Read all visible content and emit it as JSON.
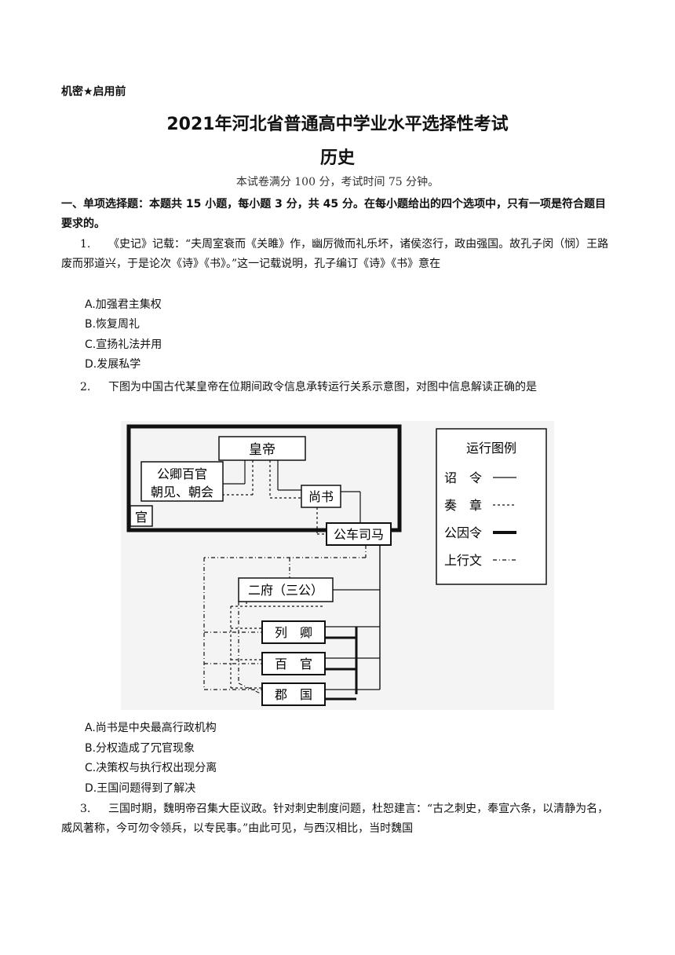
{
  "header": {
    "secret": "机密★启用前",
    "title": "2021年河北省普通高中学业水平选择性考试",
    "subject": "历史",
    "note": "本试卷满分 100 分，考试时间 75 分钟。"
  },
  "section1": "一、单项选择题：本题共 15 小题，每小题 3 分，共 45 分。在每小题给出的四个选项中，只有一项是符合题目要求的。",
  "questions": [
    {
      "num": "1.",
      "text": "《史记》记载：“夫周室衰而《关雎》作，幽厉微而礼乐坏，诸侯恣行，政由强国。故孔子闵（悯）王路废而邪道兴，于是论次《诗》《书》。”这一记载说明，孔子编订《诗》《书》意在",
      "options": [
        "A.加强君主集权",
        "B.恢复周礼",
        "C.宣扬礼法并用",
        "D.发展私学"
      ]
    },
    {
      "num": "2.",
      "text": "下图为中国古代某皇帝在位期间政令信息承转运行关系示意图，对图中信息解读正确的是",
      "options": [
        "A.尚书是中央最高行政机构",
        "B.分权造成了冗官现象",
        "C.决策权与执行权出现分离",
        "D.王国问题得到了解决"
      ]
    },
    {
      "num": "3.",
      "text": "三国时期，魏明帝召集大臣议政。针对刺史制度问题，杜恕建言：“古之刺史，奉宣六条，以清静为名，威风著称，今可勿令领兵，以专民事。”由此可见，与西汉相比，当时魏国"
    }
  ],
  "figure": {
    "emperor": "皇帝",
    "officials_line1": "公卿百官",
    "officials_line2": "朝见、朝会",
    "guan": "官",
    "shangshu": "尚书",
    "gongche": "公车司马",
    "erfu": "二府（三公）",
    "lieqing": "列　卿",
    "baiguan": "百　官",
    "junguo": "郡　国",
    "legend": {
      "title": "运行图例",
      "items": [
        "诏　令",
        "奏　章",
        "公因令",
        "上行文"
      ]
    }
  }
}
